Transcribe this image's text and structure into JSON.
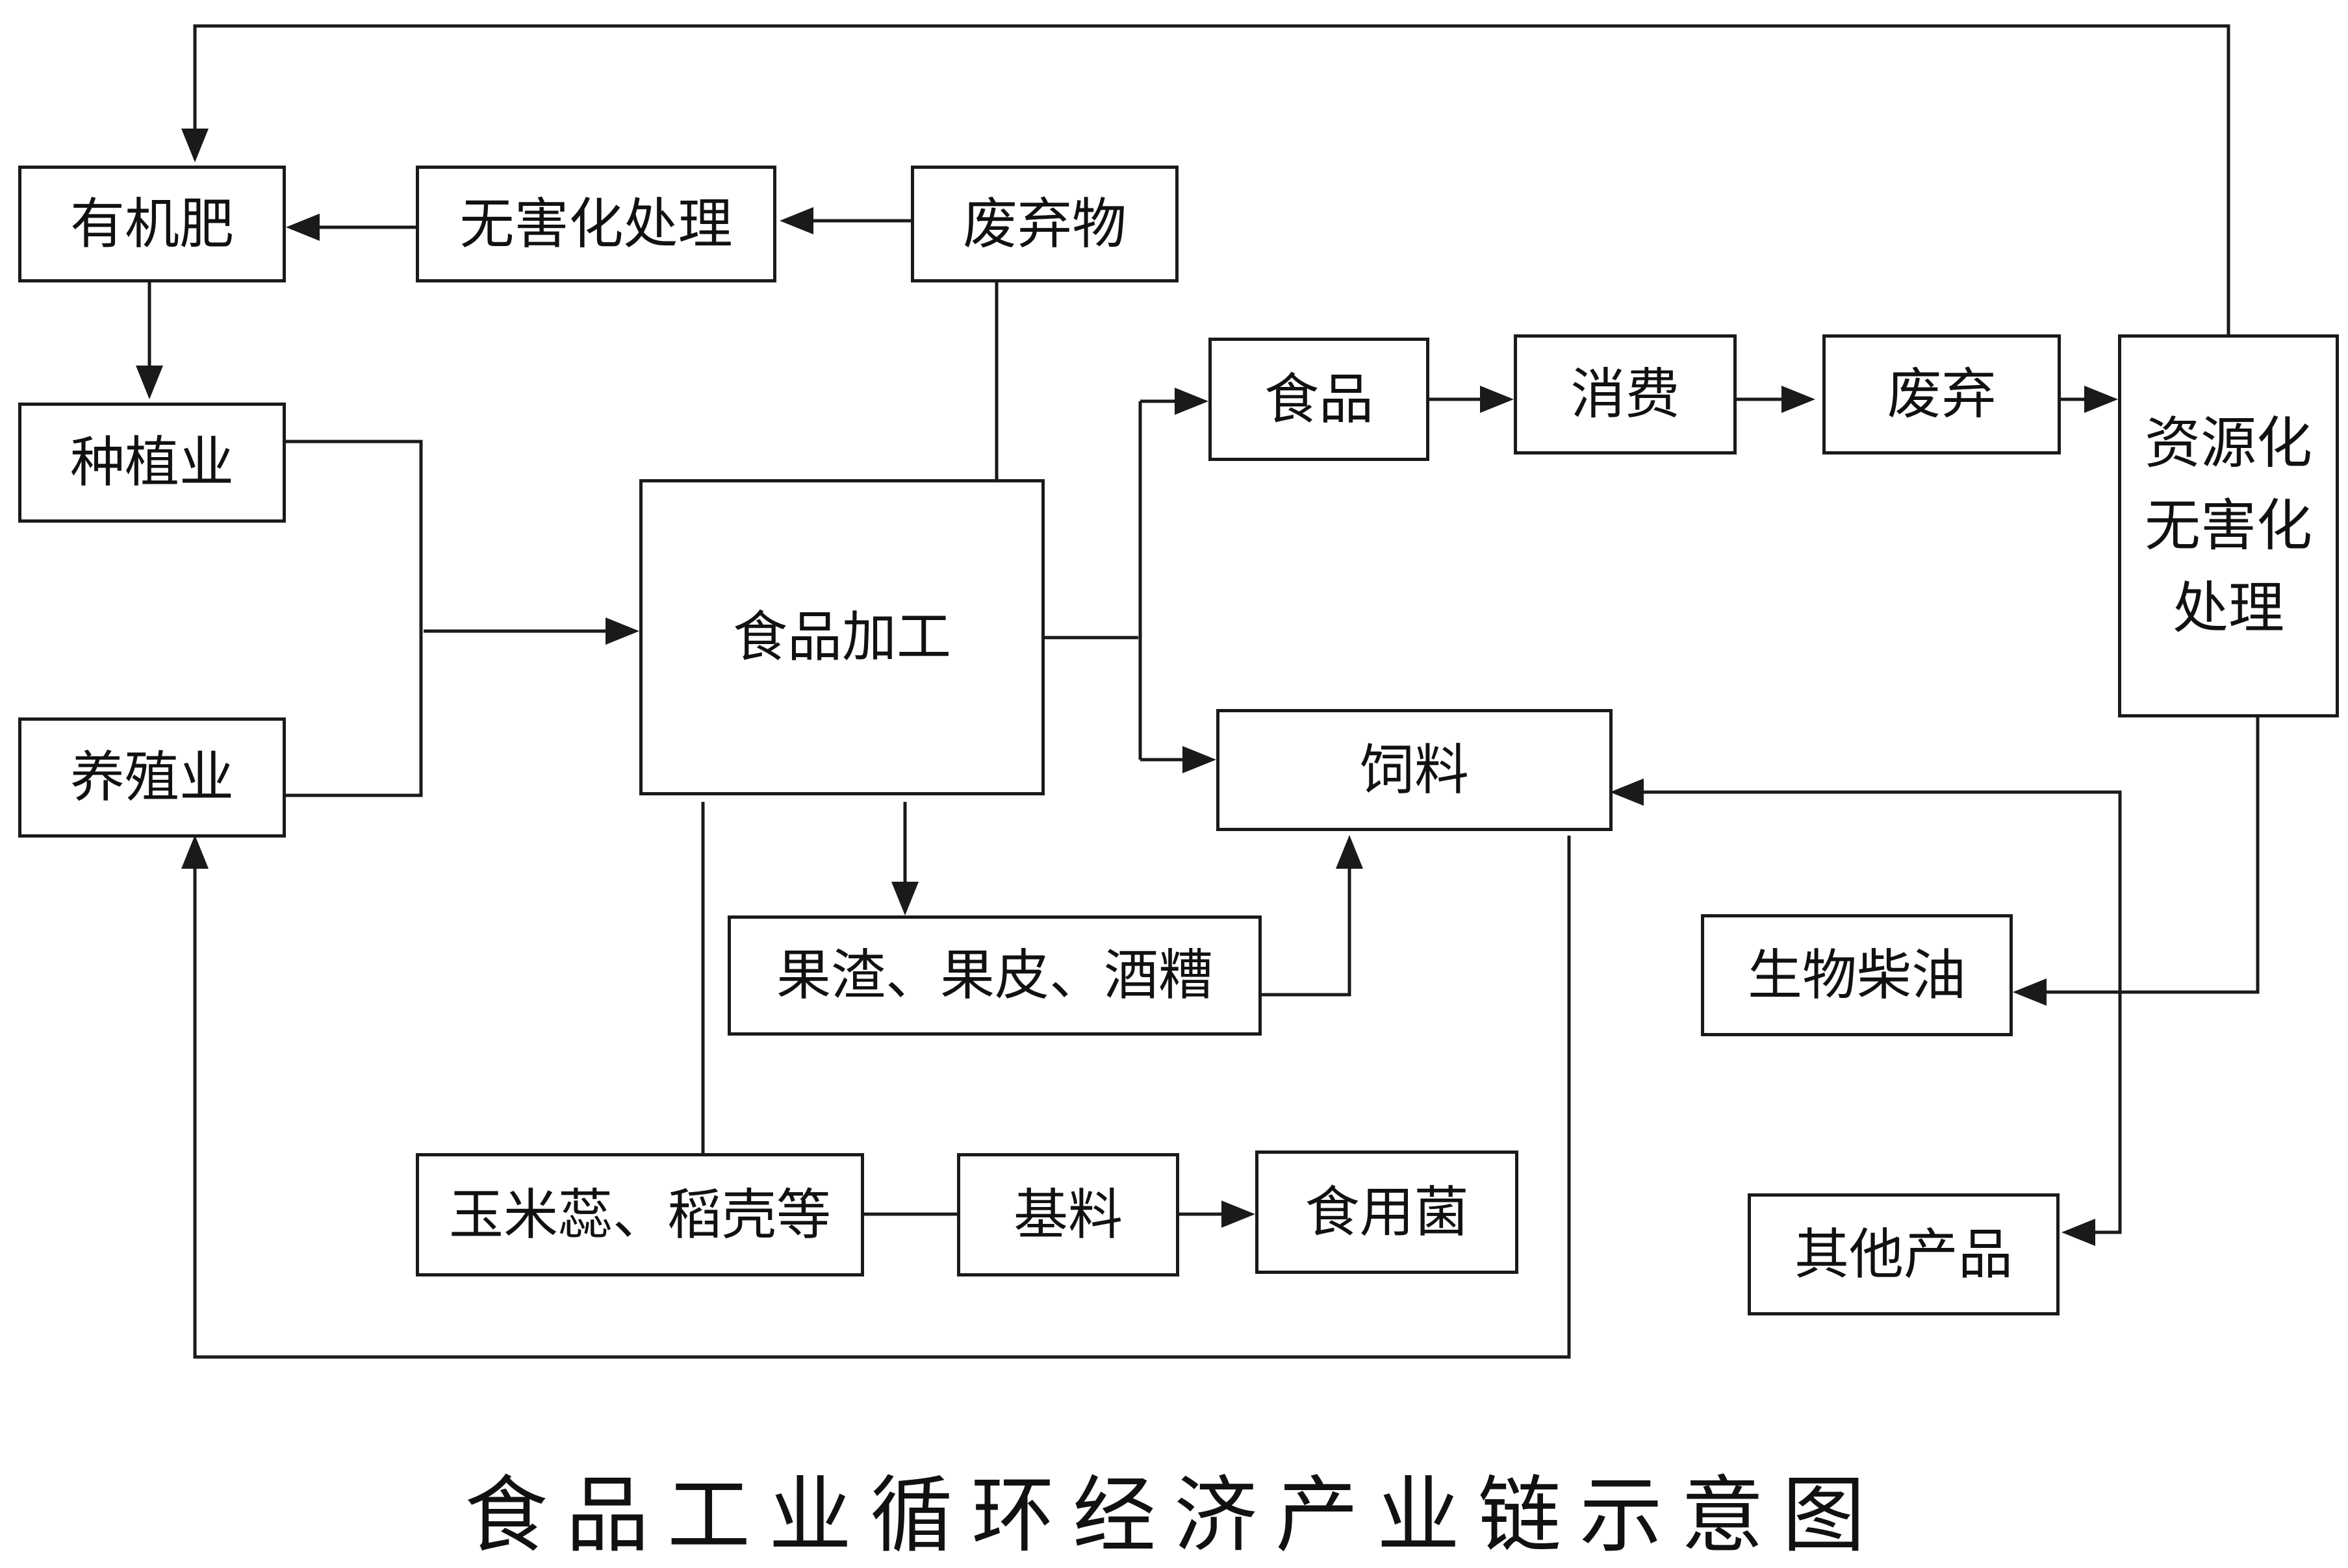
{
  "diagram": {
    "nodes": {
      "organic_fertilizer": "有机肥",
      "harmless_treatment": "无害化处理",
      "waste_material": "废弃物",
      "planting": "种植业",
      "breeding": "养殖业",
      "food_processing": "食品加工",
      "food": "食品",
      "consumption": "消费",
      "discard": "废弃",
      "resource_treatment": "资源化无害化处理",
      "feed": "饲料",
      "pomace": "果渣、果皮、酒糟",
      "corncob": "玉米蕊、稻壳等",
      "substrate": "基料",
      "edible_fungi": "食用菌",
      "biodiesel": "生物柴油",
      "other_products": "其他产品"
    },
    "edges": [
      {
        "from": "waste_material",
        "to": "harmless_treatment"
      },
      {
        "from": "harmless_treatment",
        "to": "organic_fertilizer"
      },
      {
        "from": "organic_fertilizer",
        "to": "planting"
      },
      {
        "from": "planting",
        "to": "food_processing"
      },
      {
        "from": "breeding",
        "to": "food_processing"
      },
      {
        "from": "food_processing",
        "to": "waste_material"
      },
      {
        "from": "food_processing",
        "to": "food"
      },
      {
        "from": "food_processing",
        "to": "feed"
      },
      {
        "from": "food_processing",
        "to": "pomace"
      },
      {
        "from": "food_processing",
        "to": "corncob"
      },
      {
        "from": "food",
        "to": "consumption"
      },
      {
        "from": "consumption",
        "to": "discard"
      },
      {
        "from": "discard",
        "to": "resource_treatment"
      },
      {
        "from": "resource_treatment",
        "to": "organic_fertilizer"
      },
      {
        "from": "resource_treatment",
        "to": "biodiesel"
      },
      {
        "from": "resource_treatment",
        "to": "feed"
      },
      {
        "from": "resource_treatment",
        "to": "other_products"
      },
      {
        "from": "pomace",
        "to": "feed"
      },
      {
        "from": "feed",
        "to": "breeding"
      },
      {
        "from": "corncob",
        "to": "substrate"
      },
      {
        "from": "substrate",
        "to": "edible_fungi"
      }
    ]
  },
  "caption": "食品工业循环经济产业链示意图",
  "colors": {
    "line": "#1a1a1a",
    "text": "#111111",
    "background": "#ffffff"
  }
}
